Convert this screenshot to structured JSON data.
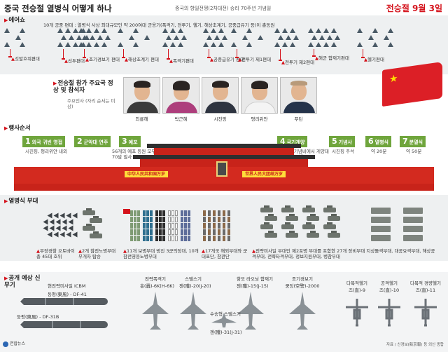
{
  "header": {
    "title": "중국 전승절 열병식 어떻게 하나",
    "subtitle": "중국의 항일전쟁(2차대전) 승리 70주년 기념일",
    "date": "전승절 9월 3일"
  },
  "flyover": {
    "label": "에어쇼",
    "description": "10개 공중 편대 : 열병식 사상 최대규모인 약 200여대 군용기(폭격기, 전투기, 헬기, 해상초계기, 공중급유기 등)이 총동원",
    "formations": [
      "깃발호위편대",
      "선두편대",
      "조기경보기 편대",
      "해상초계기 편대",
      "폭격기편대",
      "공중급유기 편대",
      "전투기 제1편대",
      "전투기 제2편대",
      "해군 함재기편대",
      "헬기편대"
    ]
  },
  "guests": {
    "label": "전승절 참가 주요국 정상 및 참석자",
    "note": "주요인사 (자리 순서는 미상)",
    "people": [
      "최룡해",
      "박근혜",
      "시진핑",
      "펑리위안",
      "푸틴"
    ]
  },
  "schedule": {
    "label": "행사순서",
    "steps": [
      {
        "n": "1",
        "name": "외국 귀빈 영접",
        "note": "시진핑, 펑리위안 내외"
      },
      {
        "n": "2",
        "name": "군악대 연주",
        "note": ""
      },
      {
        "n": "3",
        "name": "예포",
        "note": "56개의 예포 등원 모두 70발 발사"
      },
      {
        "n": "4",
        "name": "국기게양",
        "note": "인민영웅기념비에서 게양대까지 121걸음"
      },
      {
        "n": "5",
        "name": "기념사",
        "note": "시진핑 주석"
      },
      {
        "n": "6",
        "name": "열병식",
        "note": "약 20분"
      },
      {
        "n": "7",
        "name": "분열식",
        "note": "약 50분"
      }
    ],
    "banner_left": "中华人民共和国万岁",
    "banner_right": "世界人民大团结万岁"
  },
  "parade": {
    "label": "열병식 부대",
    "units": [
      "무장경찰 오토바이 총 45대 호위",
      "2개 참전노병부대 무개차 탑승",
      "11개 보병부대 방진 3군의장대, 10개 참전영웅노병부대",
      "17개국 해외부대와 군 대표단, 참관단",
      "전략미사일 부대인 제2포병 부대를 포함한 27개 장비부대 지상돌격부대, 대공요격부대, 해상공격부대, 전략타격부대, 정보지원부대, 병참부대"
    ]
  },
  "weapons": {
    "label": "공개 예상 신무기",
    "missile_title": "현전략미사일 ICBM",
    "missiles": [
      "둥펑(東風) - DF-41",
      "둥펑(東風) - DF-31B"
    ],
    "aircraft": [
      {
        "group": "전략폭격기",
        "name": "훙(轟)-6K(H-6K)"
      },
      {
        "group": "스텔스기",
        "name": "젠(殲)-20(J-20)"
      },
      {
        "group": "항모 라오닝 함재기",
        "name": "젠(殲)-15(J-15)"
      },
      {
        "group": "조기경보기",
        "name": "쿵징(空警)-2000"
      },
      {
        "group": "수송형 스텔스기",
        "name": "젠(殲)-31(J-31)"
      },
      {
        "group": "다목적헬기",
        "name": "즈(直)-9"
      },
      {
        "group": "공격헬기",
        "name": "즈(直)-10"
      },
      {
        "group": "다목적 경량헬기",
        "name": "즈(直)-11"
      }
    ]
  },
  "footer": {
    "credit": "자료 / 신경보(新京報) 등 외신 종합",
    "logo": "연합뉴스"
  },
  "colors": {
    "accent": "#d4121b",
    "step_green": "#6fa53c",
    "wall_red": "#d32a1f",
    "banner_yellow": "#ffde3a"
  }
}
